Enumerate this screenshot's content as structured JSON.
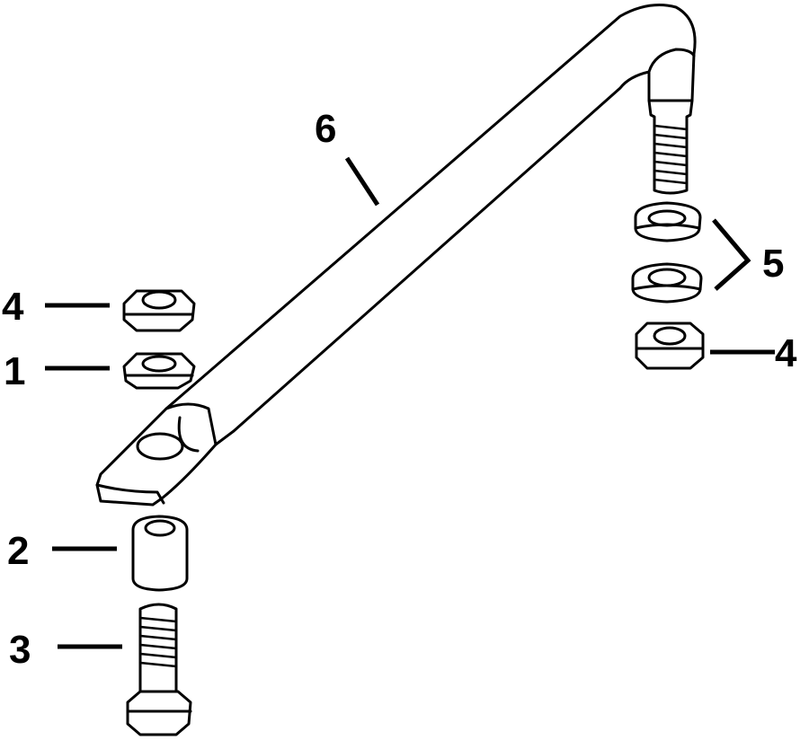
{
  "callouts": {
    "c1": "1",
    "c2": "2",
    "c3": "3",
    "c4_left": "4",
    "c4_right": "4",
    "c5": "5",
    "c6": "6"
  },
  "colors": {
    "ink": "#000000",
    "paper": "#ffffff"
  }
}
